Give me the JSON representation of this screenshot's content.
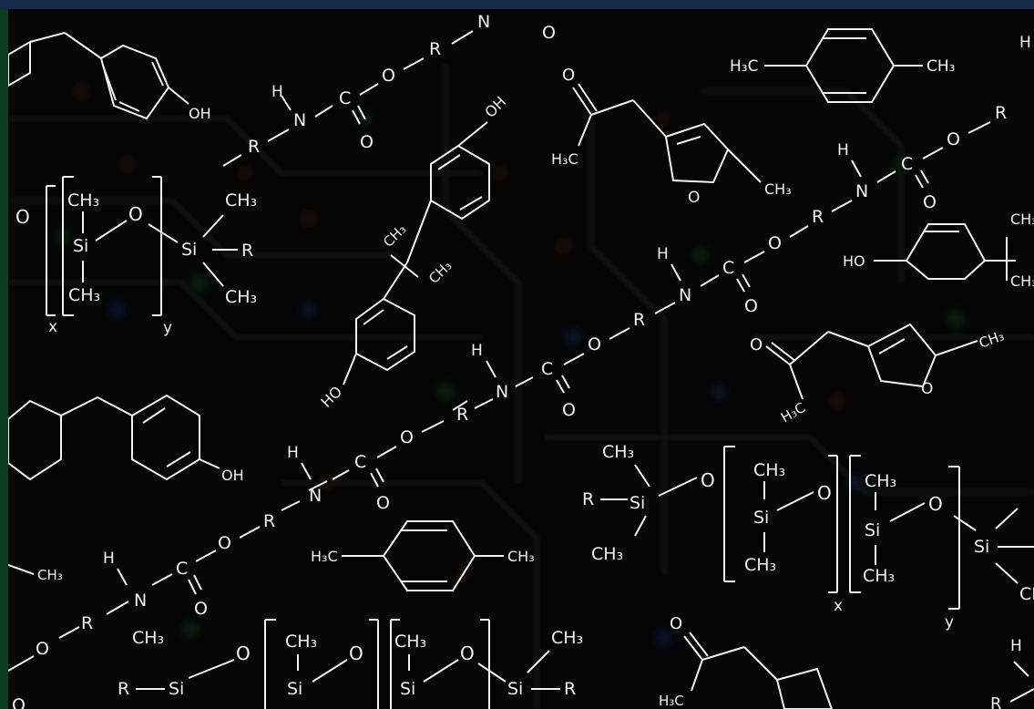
{
  "image": {
    "subject": "Chemical structure diagrams overlaid on a dark printed circuit board background",
    "colors": {
      "background": "#050505",
      "lines": "#f2f2f2",
      "top_bar": "#15294a",
      "left_bar": "#0d3b22",
      "pcb_glow_red": "#8a1b1b",
      "pcb_glow_green": "#1f6a2a",
      "pcb_glow_blue": "#1c2f7a"
    }
  },
  "labels": {
    "ch3": "CH₃",
    "h3c": "H₃C",
    "oh": "OH",
    "ho": "HO",
    "h": "H",
    "n": "N",
    "c": "C",
    "o": "O",
    "r": "R",
    "si": "Si",
    "x": "x",
    "y": "y"
  }
}
